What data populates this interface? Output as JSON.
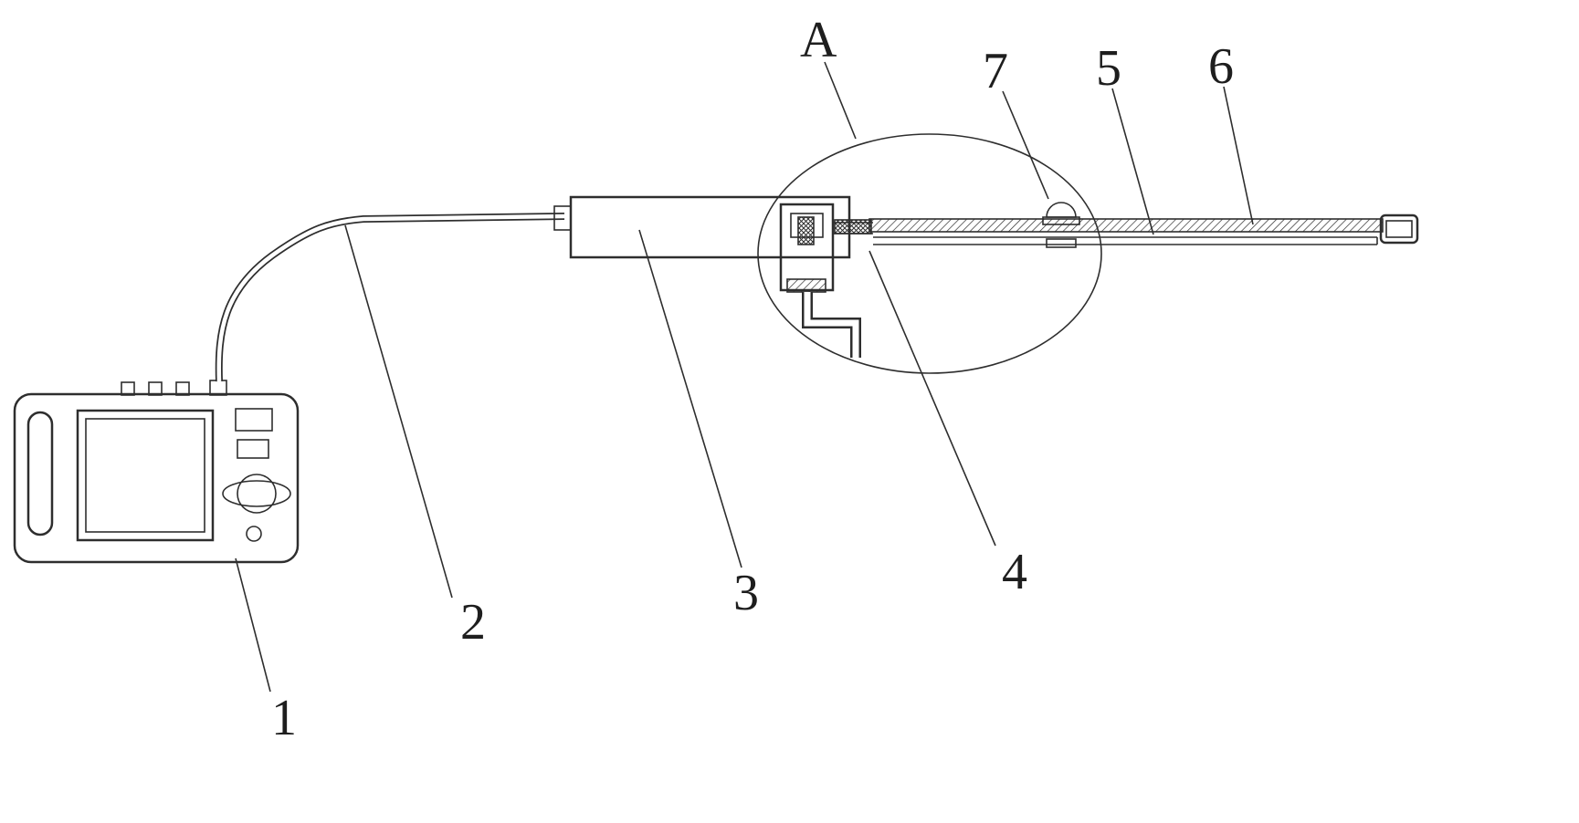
{
  "figure": {
    "background_color": "#ffffff",
    "stroke_color": "#2e2e2e",
    "labels": {
      "detail_view": "A",
      "monitor_unit": "1",
      "cable": "2",
      "handle_body": "3",
      "mechanism": "4",
      "insertion_tube": "5",
      "tube_tip": "6",
      "tube_cap": "7"
    }
  }
}
